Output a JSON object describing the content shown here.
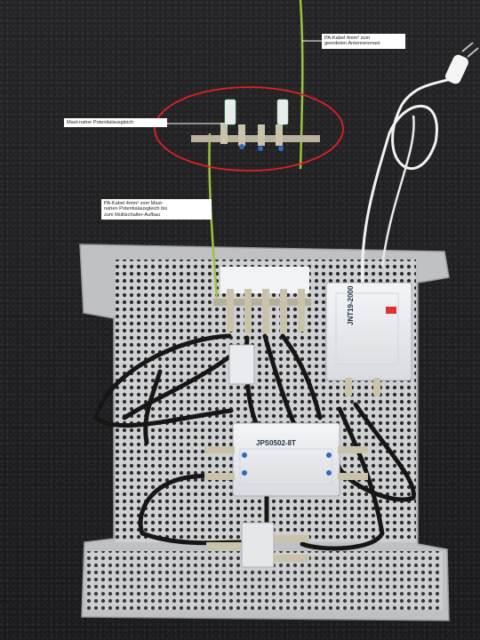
{
  "labels": {
    "pa_cable_mast": "PA-Kabel 4mm² zum\ngeerdeten Antennenmast",
    "mast_near_equalization": "Mast-naher Potentialausgleich",
    "pa_cable_to_switch": "PA-Kabel 4mm² vom Mast-\nnahen Potentialausgleich bis\nzum Multischalter-Aufbau"
  },
  "devices": {
    "switch_model": "JPS0502-8T",
    "psu_model": "JNT19-2000"
  },
  "colors": {
    "background": "#1f1f21",
    "plate": "#c8c9cb",
    "earth_cable": "#9bc53d",
    "ellipse": "#e02020",
    "coax": "#1a1a1a"
  }
}
